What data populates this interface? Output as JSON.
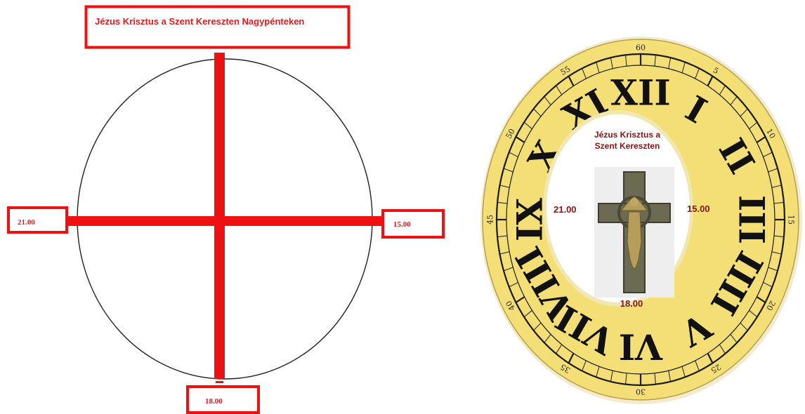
{
  "left_diagram": {
    "title": "Jézus Krisztus a Szent Kereszten Nagypénteken",
    "left_time": "21.00",
    "right_time": "15.00",
    "bottom_time": "18.00"
  },
  "right_clock": {
    "center_title_line1": "Jézus Krisztus a",
    "center_title_line2": "Szent Kereszten",
    "left_time": "21.00",
    "right_time": "15.00",
    "bottom_time": "18.00",
    "numerals": [
      "XII",
      "I",
      "II",
      "III",
      "IIII",
      "V",
      "VI",
      "VII",
      "VIII",
      "IX",
      "X",
      "XI"
    ]
  },
  "colors": {
    "accent_red": "#e51b1b",
    "label_dark_red": "#8a1414",
    "clock_face": "#f4de76",
    "crucifix_bronze": "#6b6a52"
  }
}
